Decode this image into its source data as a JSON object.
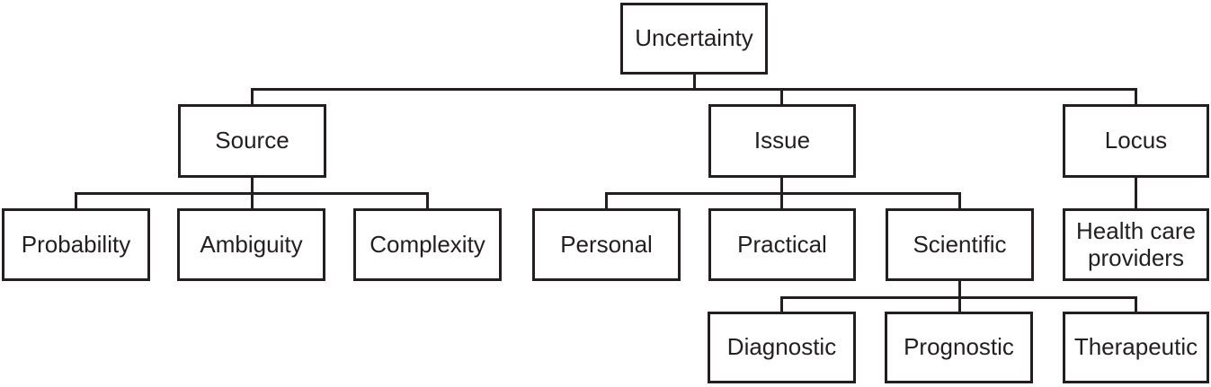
{
  "figure": {
    "type": "hierarchy-tree",
    "title": "Uncertainty taxonomy",
    "colors": {
      "line": "#231f20",
      "box_background": "#ffffff",
      "text": "#231f20",
      "page_background": "#ffffff"
    },
    "nodes": {
      "uncertainty": {
        "label": "Uncertainty"
      },
      "source": {
        "label": "Source"
      },
      "issue": {
        "label": "Issue"
      },
      "locus": {
        "label": "Locus"
      },
      "probability": {
        "label": "Probability"
      },
      "ambiguity": {
        "label": "Ambiguity"
      },
      "complexity": {
        "label": "Complexity"
      },
      "personal": {
        "label": "Personal"
      },
      "practical": {
        "label": "Practical"
      },
      "scientific": {
        "label": "Scientific"
      },
      "health_care_providers": {
        "label": "Health care providers"
      },
      "diagnostic": {
        "label": "Diagnostic"
      },
      "prognostic": {
        "label": "Prognostic"
      },
      "therapeutic": {
        "label": "Therapeutic"
      }
    },
    "structure": {
      "Uncertainty": [
        "Source",
        "Issue",
        "Locus"
      ],
      "Source": [
        "Probability",
        "Ambiguity",
        "Complexity"
      ],
      "Issue": [
        "Personal",
        "Practical",
        "Scientific"
      ],
      "Locus": [
        "Health care providers"
      ],
      "Scientific": [
        "Diagnostic",
        "Prognostic",
        "Therapeutic"
      ]
    }
  }
}
